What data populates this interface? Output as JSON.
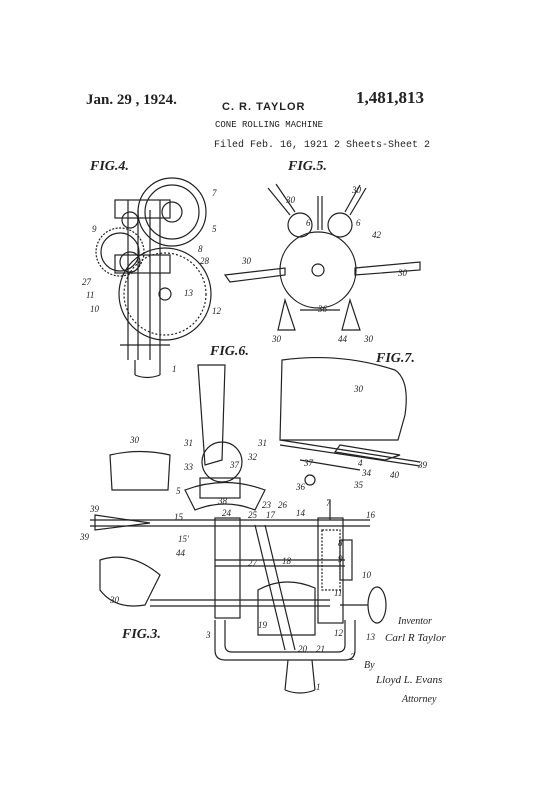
{
  "header": {
    "date": "Jan. 29 , 1924.",
    "inventor": "C. R. TAYLOR",
    "patent_number": "1,481,813",
    "title": "CONE ROLLING MACHINE",
    "filed": "Filed Feb. 16, 1921",
    "sheets": "2 Sheets-Sheet 2"
  },
  "figures": {
    "fig4": "FIG.4.",
    "fig5": "FIG.5.",
    "fig6": "FIG.6.",
    "fig7": "FIG.7.",
    "fig3": "FIG.3."
  },
  "labels": {
    "l7": "7",
    "l5": "5",
    "l9": "9",
    "l8": "8",
    "l28": "28",
    "l27": "27",
    "l11": "11",
    "l10": "10",
    "l13": "13",
    "l12": "12",
    "l1": "1",
    "l30": "30",
    "l6": "6",
    "l42": "42",
    "l36": "36",
    "l44": "44",
    "l31": "31",
    "l33": "33",
    "l32": "32",
    "l37": "37",
    "l38": "38",
    "l34": "34",
    "l35": "35",
    "l39": "39",
    "l40": "40",
    "l3": "3",
    "l2": "2",
    "l4": "4",
    "l14": "14",
    "l15": "15",
    "l15p": "15'",
    "l16": "16",
    "l17": "17",
    "l18": "18",
    "l19": "19",
    "l20": "20",
    "l21": "21",
    "l23": "23",
    "l24": "24",
    "l25": "25",
    "l26": "26"
  },
  "signature": {
    "inventor_caption": "Inventor",
    "inventor_name": "Carl R Taylor",
    "by": "By",
    "attorney_name": "Lloyd L. Evans",
    "attorney_caption": "Attorney"
  }
}
